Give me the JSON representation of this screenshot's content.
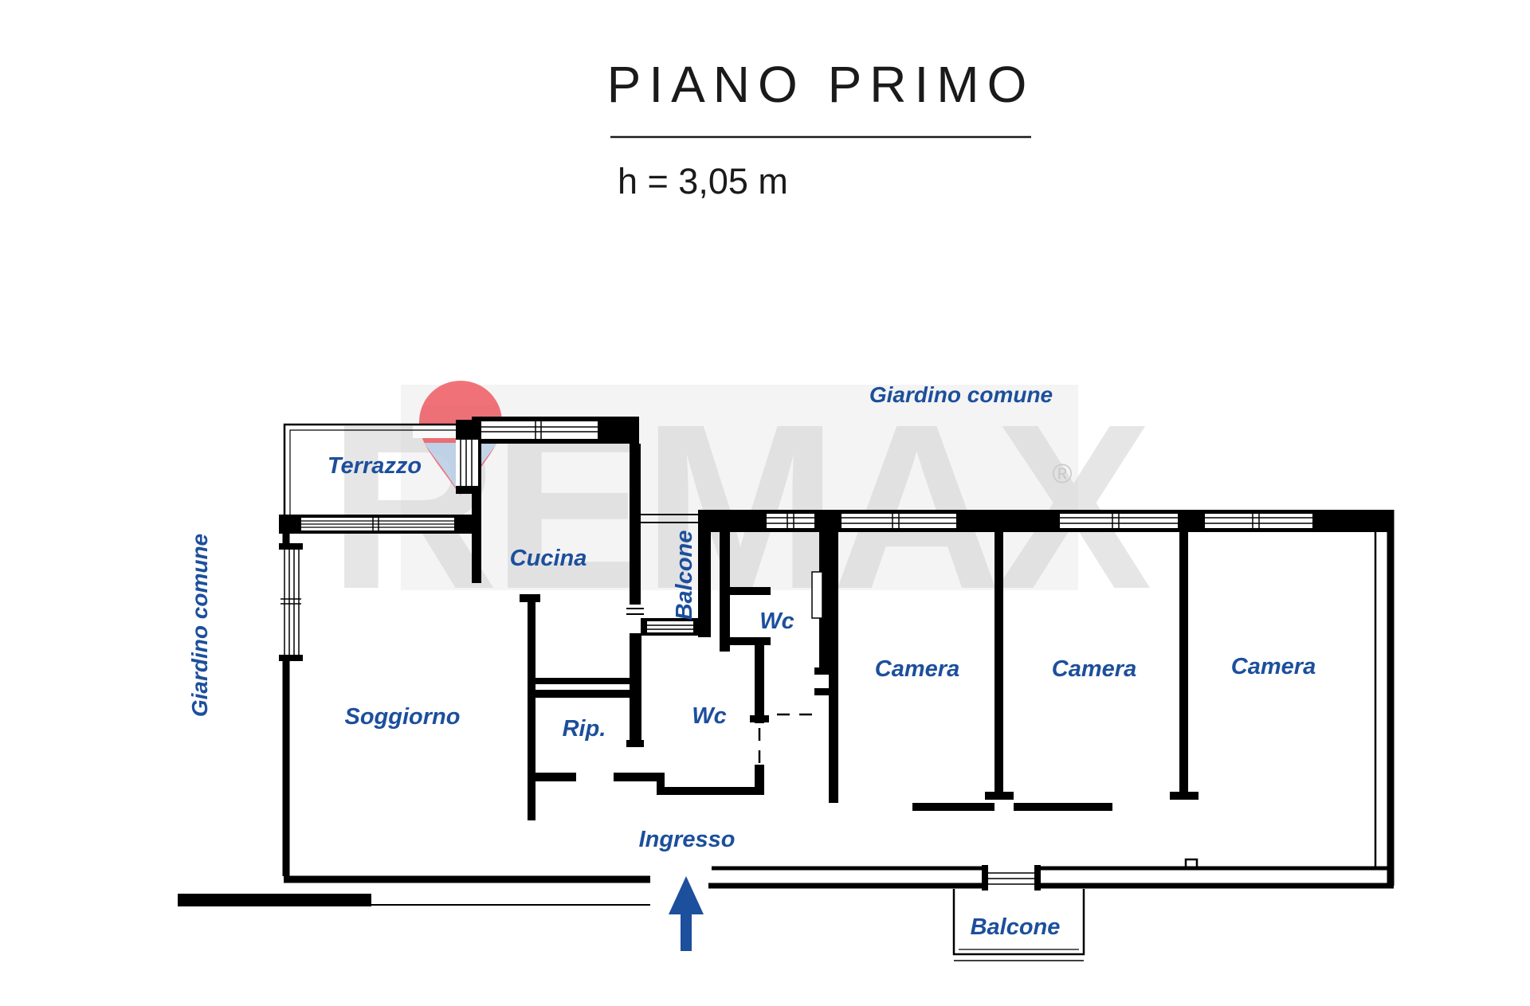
{
  "title": {
    "heading": "PIANO PRIMO",
    "subheading": "h = 3,05 m"
  },
  "floor_plan": {
    "room_labels": {
      "terrazzo": "Terrazzo",
      "cucina": "Cucina",
      "balcone_top": "Balcone",
      "wc_top": "Wc",
      "wc_bottom": "Wc",
      "camera_1": "Camera",
      "camera_2": "Camera",
      "camera_3": "Camera",
      "soggiorno": "Soggiorno",
      "rip": "Rip.",
      "ingresso": "Ingresso",
      "balcone_bottom": "Balcone"
    },
    "outdoor_labels": {
      "giardino_top": "Giardino comune",
      "giardino_left": "Giardino comune"
    }
  },
  "watermark": {
    "brand": "REMAX",
    "registered_mark": "®"
  },
  "colors": {
    "label_blue": "#1c4f9c",
    "wall_black": "#000000",
    "title_black": "#1a1a1a",
    "watermark_gray": "#d7d7d7",
    "watermark_background": "#f4f4f4",
    "balloon_red": "#ee5a62",
    "balloon_blue": "#b9cfe7",
    "arrow_blue": "#1c4f9c"
  }
}
